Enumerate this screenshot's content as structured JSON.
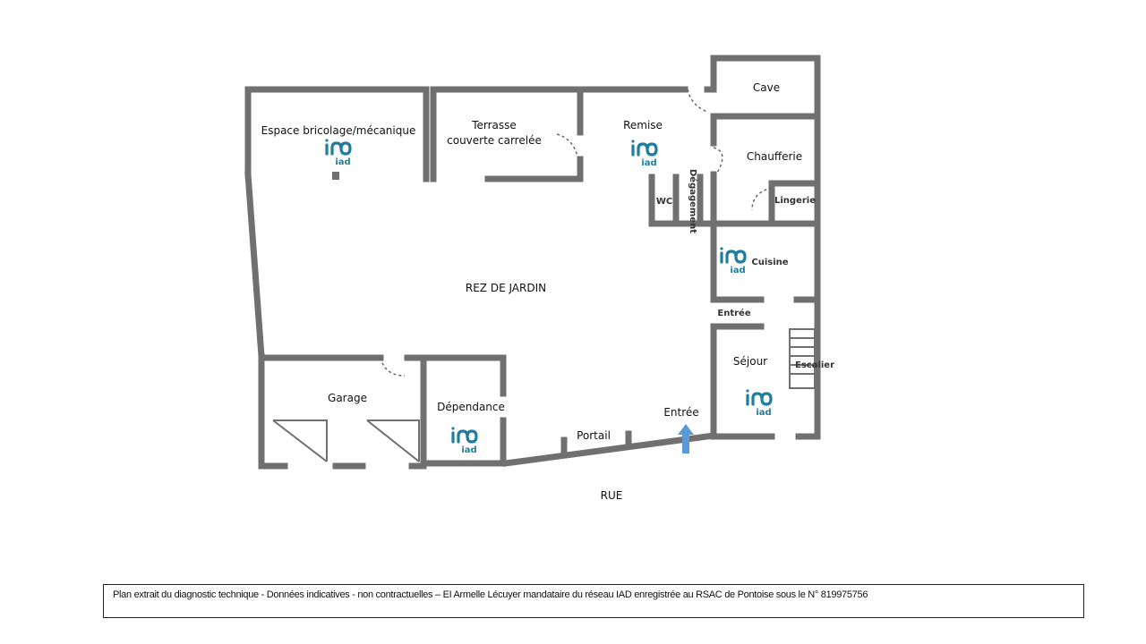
{
  "plan": {
    "rooms": {
      "espace": "Espace bricolage/mécanique",
      "terrasse_1": "Terrasse",
      "terrasse_2": "couverte carrelée",
      "remise": "Remise",
      "cave": "Cave",
      "chaufferie": "Chaufferie",
      "lingerie": "Lingerie",
      "wc": "WC",
      "degagement": "Dégagement",
      "cuisine": "Cuisine",
      "entree_int": "Entrée",
      "sejour": "Séjour",
      "escalier": "Escalier",
      "rez": "REZ DE JARDIN",
      "garage": "Garage",
      "dependance": "Dépendance",
      "portail": "Portail",
      "entree": "Entrée",
      "rue": "RUE"
    },
    "logo_text": "iad",
    "arrow_color": "#5b9bd5",
    "wall_color": "#707070",
    "brand_color": "#1f7e9e"
  },
  "footer": {
    "text": "Plan extrait du diagnostic technique - Données  indicatives - non contractuelles – EI Armelle Lécuyer mandataire du réseau IAD enregistrée au RSAC de Pontoise sous le N° 819975756"
  }
}
